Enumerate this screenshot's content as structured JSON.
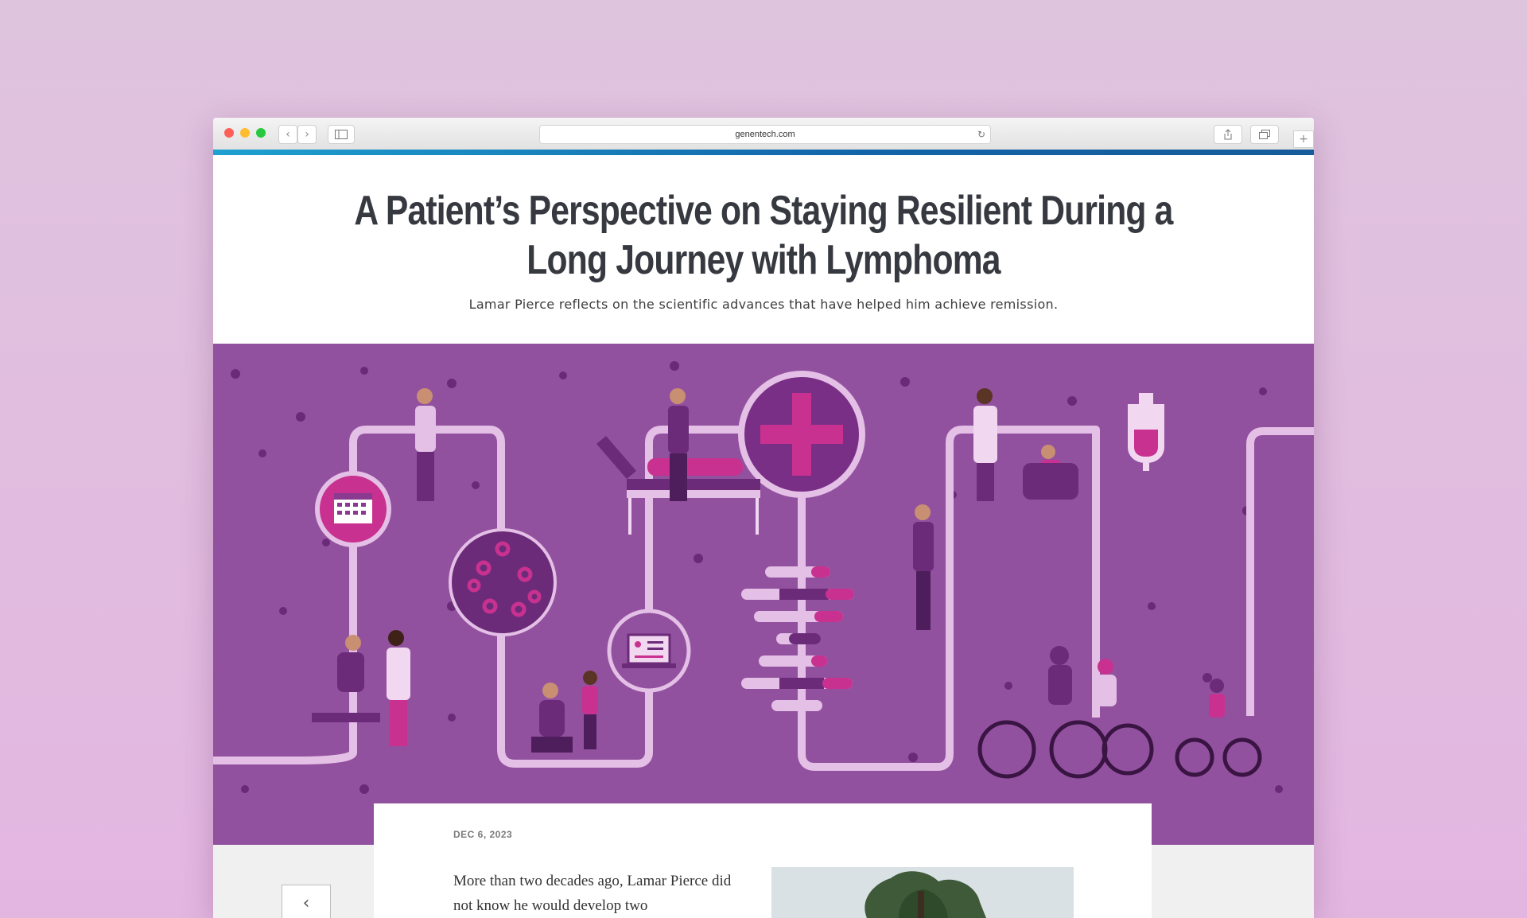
{
  "browser": {
    "url": "genentech.com",
    "back_icon": "‹",
    "forward_icon": "›",
    "reload_icon": "↻",
    "add_tab_icon": "+"
  },
  "article": {
    "title": "A Patient’s Perspective on Staying Resilient During a Long Journey with Lymphoma",
    "subtitle": "Lamar Pierce reflects on the scientific advances that have helped him achieve remission.",
    "date": "DEC 6, 2023",
    "body_start": "More than two decades ago, Lamar Pierce did not know he would develop two",
    "prev_icon": "‹"
  },
  "colors": {
    "hero_bg": "#92519f",
    "accent_bar": "#1263a8",
    "magenta": "#c8318f",
    "path": "#e4bfe6",
    "title_text": "#36393f"
  }
}
